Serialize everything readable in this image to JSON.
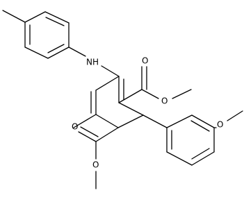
{
  "labels": {
    "amine": "NH",
    "ester_top_carbonyl_o": "O",
    "ester_top_ether_o": "O",
    "methoxy_o": "O",
    "ester_bottom_carbonyl_o": "O",
    "ester_bottom_ether_o": "O"
  }
}
